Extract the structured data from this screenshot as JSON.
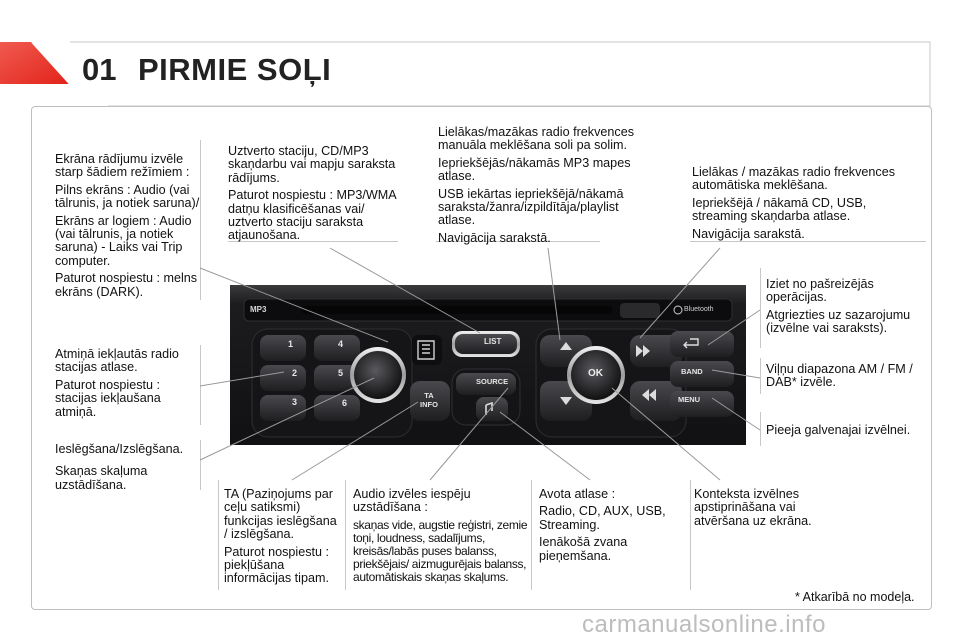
{
  "header": {
    "chapter_number": "01",
    "chapter_title": "PIRMIE SOĻI"
  },
  "callouts": {
    "display_mode": [
      "Ekrāna rādījumu izvēle starp šādiem režīmiem :",
      "Pilns ekrāns : Audio (vai tālrunis, ja notiek saruna)/",
      "Ekrāns ar logiem : Audio (vai tālrunis, ja notiek saruna) - Laiks vai Trip computer.",
      "Paturot nospiestu : melns ekrāns (DARK)."
    ],
    "eject": [
      "Uztverto staciju, CD/MP3 skaņdarbu vai mapju saraksta rādījums.",
      "Paturot nospiestu : MP3/WMA datņu klasificēšanas vai/ uztverto staciju saraksta atjaunošana."
    ],
    "list": [
      "Lielākas/mazākas radio frekvences manuāla meklēšana soli pa solim.",
      "Iepriekšējās/nākamās MP3 mapes atlase.",
      "USB iekārtas iepriekšējā/nākamā saraksta/žanra/izpildītāja/playlist atlase.",
      "Navigācija sarakstā."
    ],
    "seek": [
      "Lielākas / mazākas radio frekvences automātiska meklēšana.",
      "Iepriekšējā / nākamā CD, USB, streaming skaņdarba atlase.",
      "Navigācija sarakstā."
    ],
    "back": [
      "Iziet no pašreizējās operācijas.",
      "Atgriezties uz sazarojumu (izvēlne vai saraksts)."
    ],
    "band": [
      "Viļņu diapazona AM / FM / DAB* izvēle."
    ],
    "menu": [
      "Pieeja galvenajai izvēlnei."
    ],
    "presets": [
      "Atmiņā iekļautās radio stacijas atlase.",
      "Paturot nospiestu : stacijas iekļaušana atmiņā."
    ],
    "power": [
      "Ieslēgšana/Izslēgšana.",
      "Skaņas skaļuma uzstādīšana."
    ],
    "ta": [
      "TA (Paziņojums par ceļu satiksmi) funkcijas ieslēgšana / izslēgšana.",
      "Paturot nospiestu : piekļūšana informācijas tipam."
    ],
    "audio_title": "Audio izvēles iespēju uzstādīšana :",
    "audio_detail": "skaņas vide, augstie reģistri, zemie toņi, loudness, sadalījums, kreisās/labās puses balanss, priekšējais/ aizmugurējais balanss, automātiskais skaņas skaļums.",
    "source": [
      "Avota atlase :",
      "Radio, CD, AUX, USB, Streaming.",
      "Ienākošā zvana pieņemšana."
    ],
    "context": [
      "Konteksta izvēlnes apstiprināšana vai atvēršana uz ekrāna."
    ]
  },
  "panel": {
    "mp3": "MP3",
    "list": "LIST",
    "source": "SOURCE",
    "ok": "OK",
    "band": "BAND",
    "menu": "MENU",
    "ta": "TA",
    "info": "INFO",
    "bluetooth": "Bluetooth",
    "presets": [
      "1",
      "2",
      "3",
      "4",
      "5",
      "6"
    ]
  },
  "footnote": "* Atkarībā no modeļa.",
  "watermark": "carmanualsonline.info",
  "colors": {
    "accent_red": "#e2231a",
    "panel_dark": "#1d1d1f",
    "leader_gray": "#9a9a9a"
  }
}
